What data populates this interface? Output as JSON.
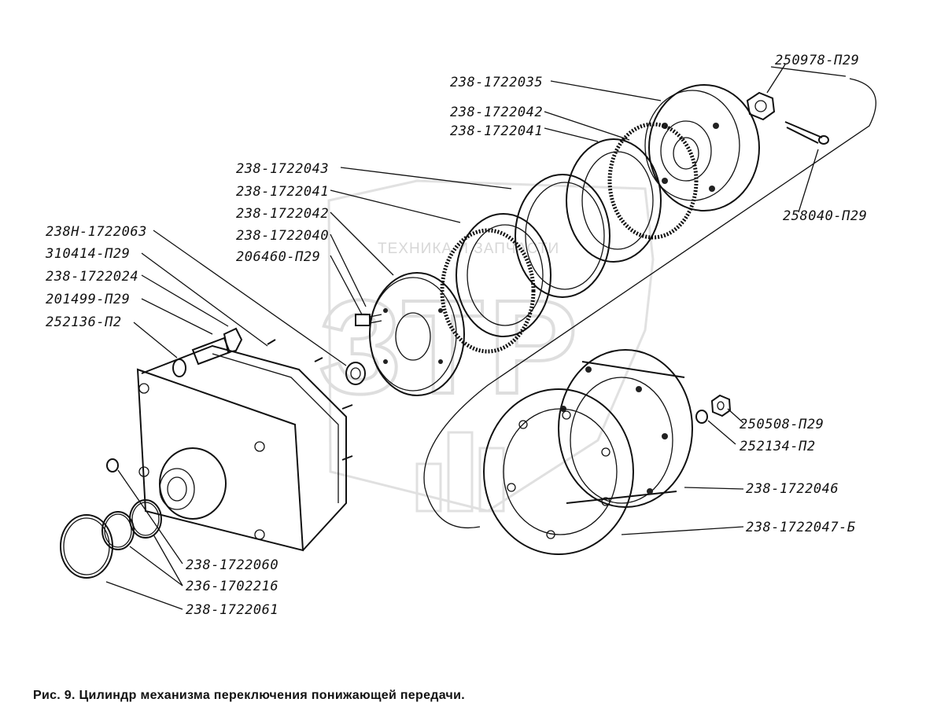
{
  "parts": {
    "p250978": "250978-П29",
    "p1722035": "238-1722035",
    "p1722042a": "238-1722042",
    "p1722041a": "238-1722041",
    "p1722043": "238-1722043",
    "p1722041b": "238-1722041",
    "p1722042b": "238-1722042",
    "p1722040": "238-1722040",
    "p206460": "206460-П29",
    "p258040": "258040-П29",
    "p238H1722063": "238Н-1722063",
    "p310414": "310414-П29",
    "p1722024": "238-1722024",
    "p201499": "201499-П29",
    "p252136": "252136-П2",
    "p250508": "250508-П29",
    "p252134": "252134-П2",
    "p1722046": "238-1722046",
    "p1722047": "238-1722047-Б",
    "p1722060": "238-1722060",
    "p1702216": "236-1702216",
    "p1722061": "238-1722061"
  },
  "watermark": {
    "text": "ТЕХНИКА И ЗАПЧАСТИ",
    "logo": "ЗТР"
  },
  "caption": "Рис. 9. Цилиндр механизма переключения понижающей передачи."
}
